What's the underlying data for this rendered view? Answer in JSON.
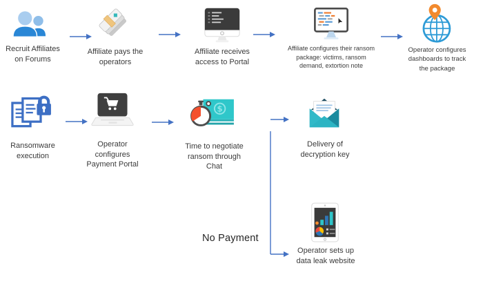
{
  "diagram": {
    "branch_label": "No Payment",
    "colors": {
      "text": "#3A3A3A",
      "arrow": "#4472C4",
      "people_blue": "#2A87D6",
      "doc_blue": "#3D6FC4",
      "teal": "#2BB3C4",
      "money_teal": "#2FC7CA",
      "orange_pin": "#F28A2E",
      "stopwatch_orange": "#F4502E",
      "screen_dark": "#3B3B3B"
    },
    "nodes": {
      "recruit": {
        "label": "Recruit Affiliates\non Forums",
        "icon": "people-icon"
      },
      "pay": {
        "label": "Affiliate pays the\noperators",
        "icon": "money-stack-icon"
      },
      "portal_access": {
        "label": "Affiliate receives\naccess to Portal",
        "icon": "monitor-code-icon"
      },
      "ransom_package": {
        "label": "Affiliate configures their ransom\npackage: victims, ransom\ndemand, extortion note",
        "icon": "monitor-editor-icon"
      },
      "dashboards": {
        "label": "Operator configures\ndashboards to track\nthe package",
        "icon": "globe-pin-icon"
      },
      "execution": {
        "label": "Ransomware\nexecution",
        "icon": "documents-lock-icon"
      },
      "payment_portal": {
        "label": "Operator\nconfigures\nPayment Portal",
        "icon": "laptop-cart-icon"
      },
      "negotiate": {
        "label": "Time to negotiate\nransom through\nChat",
        "icon": "stopwatch-money-icon"
      },
      "decryption_key": {
        "label": "Delivery of\ndecryption key",
        "icon": "envelope-icon"
      },
      "data_leak": {
        "label": "Operator sets up\ndata leak website",
        "icon": "tablet-charts-icon"
      }
    }
  }
}
